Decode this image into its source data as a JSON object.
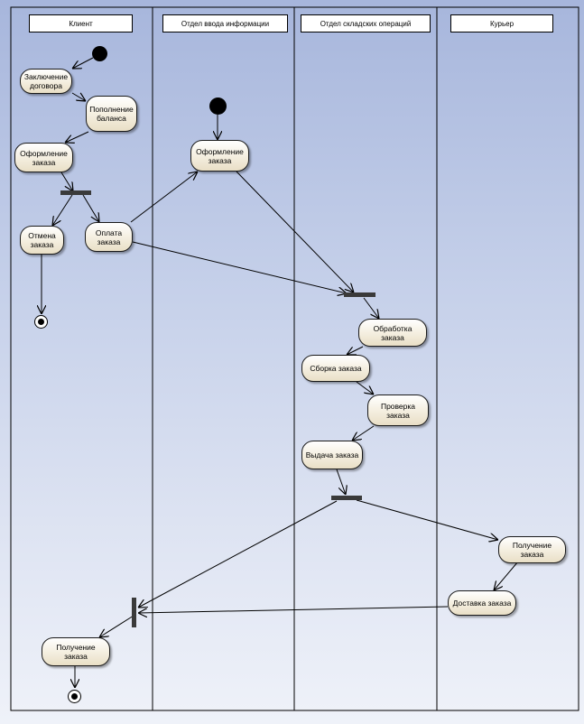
{
  "diagram": {
    "lanes": [
      {
        "id": "client",
        "title": "Клиент"
      },
      {
        "id": "input",
        "title": "Отдел ввода информации"
      },
      {
        "id": "warehouse",
        "title": "Отдел складских операций"
      },
      {
        "id": "courier",
        "title": "Курьер"
      }
    ],
    "actions": {
      "contract": "Заключение\nдоговора",
      "topup": "Пополнение\nбаланса",
      "order_client": "Оформление\nзаказа",
      "cancel": "Отмена\nзаказа",
      "payment": "Оплата\nзаказа",
      "order_input": "Оформление\nзаказа",
      "processing": "Обработка\nзаказа",
      "assembly": "Сборка заказа",
      "check": "Проверка\nзаказа",
      "issue": "Выдача заказа",
      "receive_courier": "Получение\nзаказа",
      "delivery": "Доставка заказа",
      "receive_client": "Получение\nзаказа"
    },
    "colors": {
      "background_top": "#a7b6dc",
      "background_bottom": "#eff2f9",
      "action_fill": "#f6f1e4",
      "line": "#000000"
    }
  }
}
